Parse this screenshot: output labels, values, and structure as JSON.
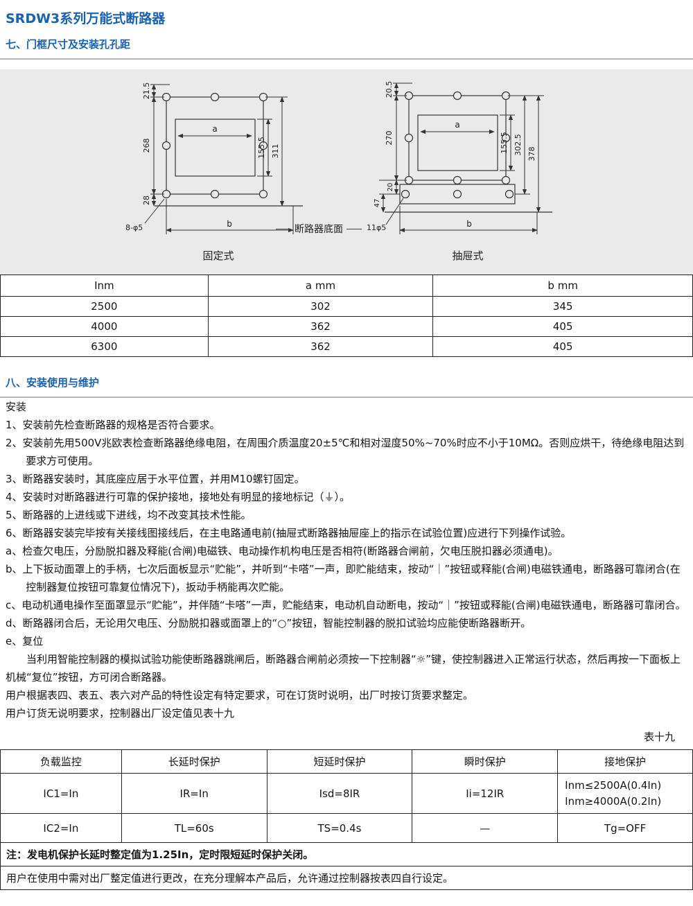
{
  "title": "SRDW3系列万能式断路器",
  "section7": {
    "heading": "七、门框尺寸及安装孔孔距"
  },
  "diagram": {
    "fixed": {
      "caption": "固定式",
      "dim_top": "21.5",
      "dim_left": "268",
      "dim_bottom_left": "28",
      "dim_a": "a",
      "dim_inner_height": "155.5",
      "dim_outer_height": "311",
      "dim_b": "b",
      "holes_label": "8-φ5"
    },
    "drawer": {
      "caption": "抽屉式",
      "dim_top": "20.5",
      "dim_left": "270",
      "dim_bl_outer": "47",
      "dim_bl_inner": "20",
      "dim_a": "a",
      "dim_inner_height": "155.5",
      "dim_mid_height": "302.5",
      "dim_outer_height": "378",
      "dim_b": "b",
      "holes_label": "11φ5"
    },
    "bottom_label": "断路器底面"
  },
  "dim_table": {
    "headers": [
      "Inm",
      "a mm",
      "b mm"
    ],
    "rows": [
      [
        "2500",
        "302",
        "345"
      ],
      [
        "4000",
        "362",
        "405"
      ],
      [
        "6300",
        "362",
        "405"
      ]
    ]
  },
  "section8": {
    "heading": "八、安装使用与维护",
    "install_label": "安装",
    "items": [
      "1、安装前先检查断路器的规格是否符合要求。",
      "2、安装前先用500V兆欧表检查断路器绝缘电阻，在周围介质温度20±5℃和相对湿度50%~70%时应不小于10MΩ。否则应烘干，待绝缘电阻达到要求方可使用。",
      "3、断路器安装时，其底座应居于水平位置，并用M10螺钉固定。",
      "4、安装时对断路器进行可靠的保护接地，接地处有明显的接地标记（⏚）。",
      "5、断路器的上进线或下进线，均不改变其技术性能。",
      "6、断路器安装完毕按有关接线图接线后，在主电路通电前(抽屉式断路器抽屉座上的指示在试验位置)应进行下列操作试验。",
      "a、检查欠电压，分励脱扣器及释能(合闸)电磁铁、电动操作机构电压是否相符(断路器合闸前，欠电压脱扣器必须通电)。",
      "b、上下扳动面罩上的手柄，七次后面板显示“贮能”，并听到“卡嗒”一声，即贮能结束，按动“｜”按钮或释能(合闸)电磁铁通电，断路器可靠闭合(在控制器复位按钮可靠复位情况下)，扳动手柄能再次贮能。",
      "c、电动机通电操作至面罩显示“贮能”，并伴随“卡嗒”一声，贮能结束，电动机自动断电，按动“｜”按钮或释能(合闸)电磁铁通电，断路器可靠闭合。",
      "d、断路器闭合后，无论用欠电压、分励脱扣器或面罩上的“○”按钮，智能控制器的脱扣试验均应能使断路器断开。",
      "e、复位"
    ],
    "reset_detail": "当利用智能控制器的模拟试验功能使断路器跳闸后，断路器合闸前必须按一下控制器“☼”键，使控制器进入正常运行状态，然后再按一下面板上机械“复位”按钮，方可闭合断路器。",
    "closing1": "用户根据表四、表五、表六对产品的特性设定有特定要求，可在订货时说明，出厂时按订货要求整定。",
    "closing2": "用户订货无说明要求，控制器出厂设定值见表十九"
  },
  "table19": {
    "label": "表十九",
    "headers": [
      "负载监控",
      "长延时保护",
      "短延时保护",
      "瞬时保护",
      "接地保护"
    ],
    "row1": [
      "IC1=In",
      "IR=In",
      "Isd=8IR",
      "Ii=12IR"
    ],
    "row1_ground_line1": "Inm≤2500A(0.4In)",
    "row1_ground_line2": "Inm≥4000A(0.2In)",
    "row2": [
      "IC2=In",
      "TL=60s",
      "TS=0.4s",
      "—",
      "Tg=OFF"
    ],
    "note": "注：发电机保护长延时整定值为1.25In，定时限短延时保护关闭。",
    "footer": "用户在使用中需对出厂整定值进行更改，在充分理解本产品后，允许通过控制器按表四自行设定。"
  }
}
